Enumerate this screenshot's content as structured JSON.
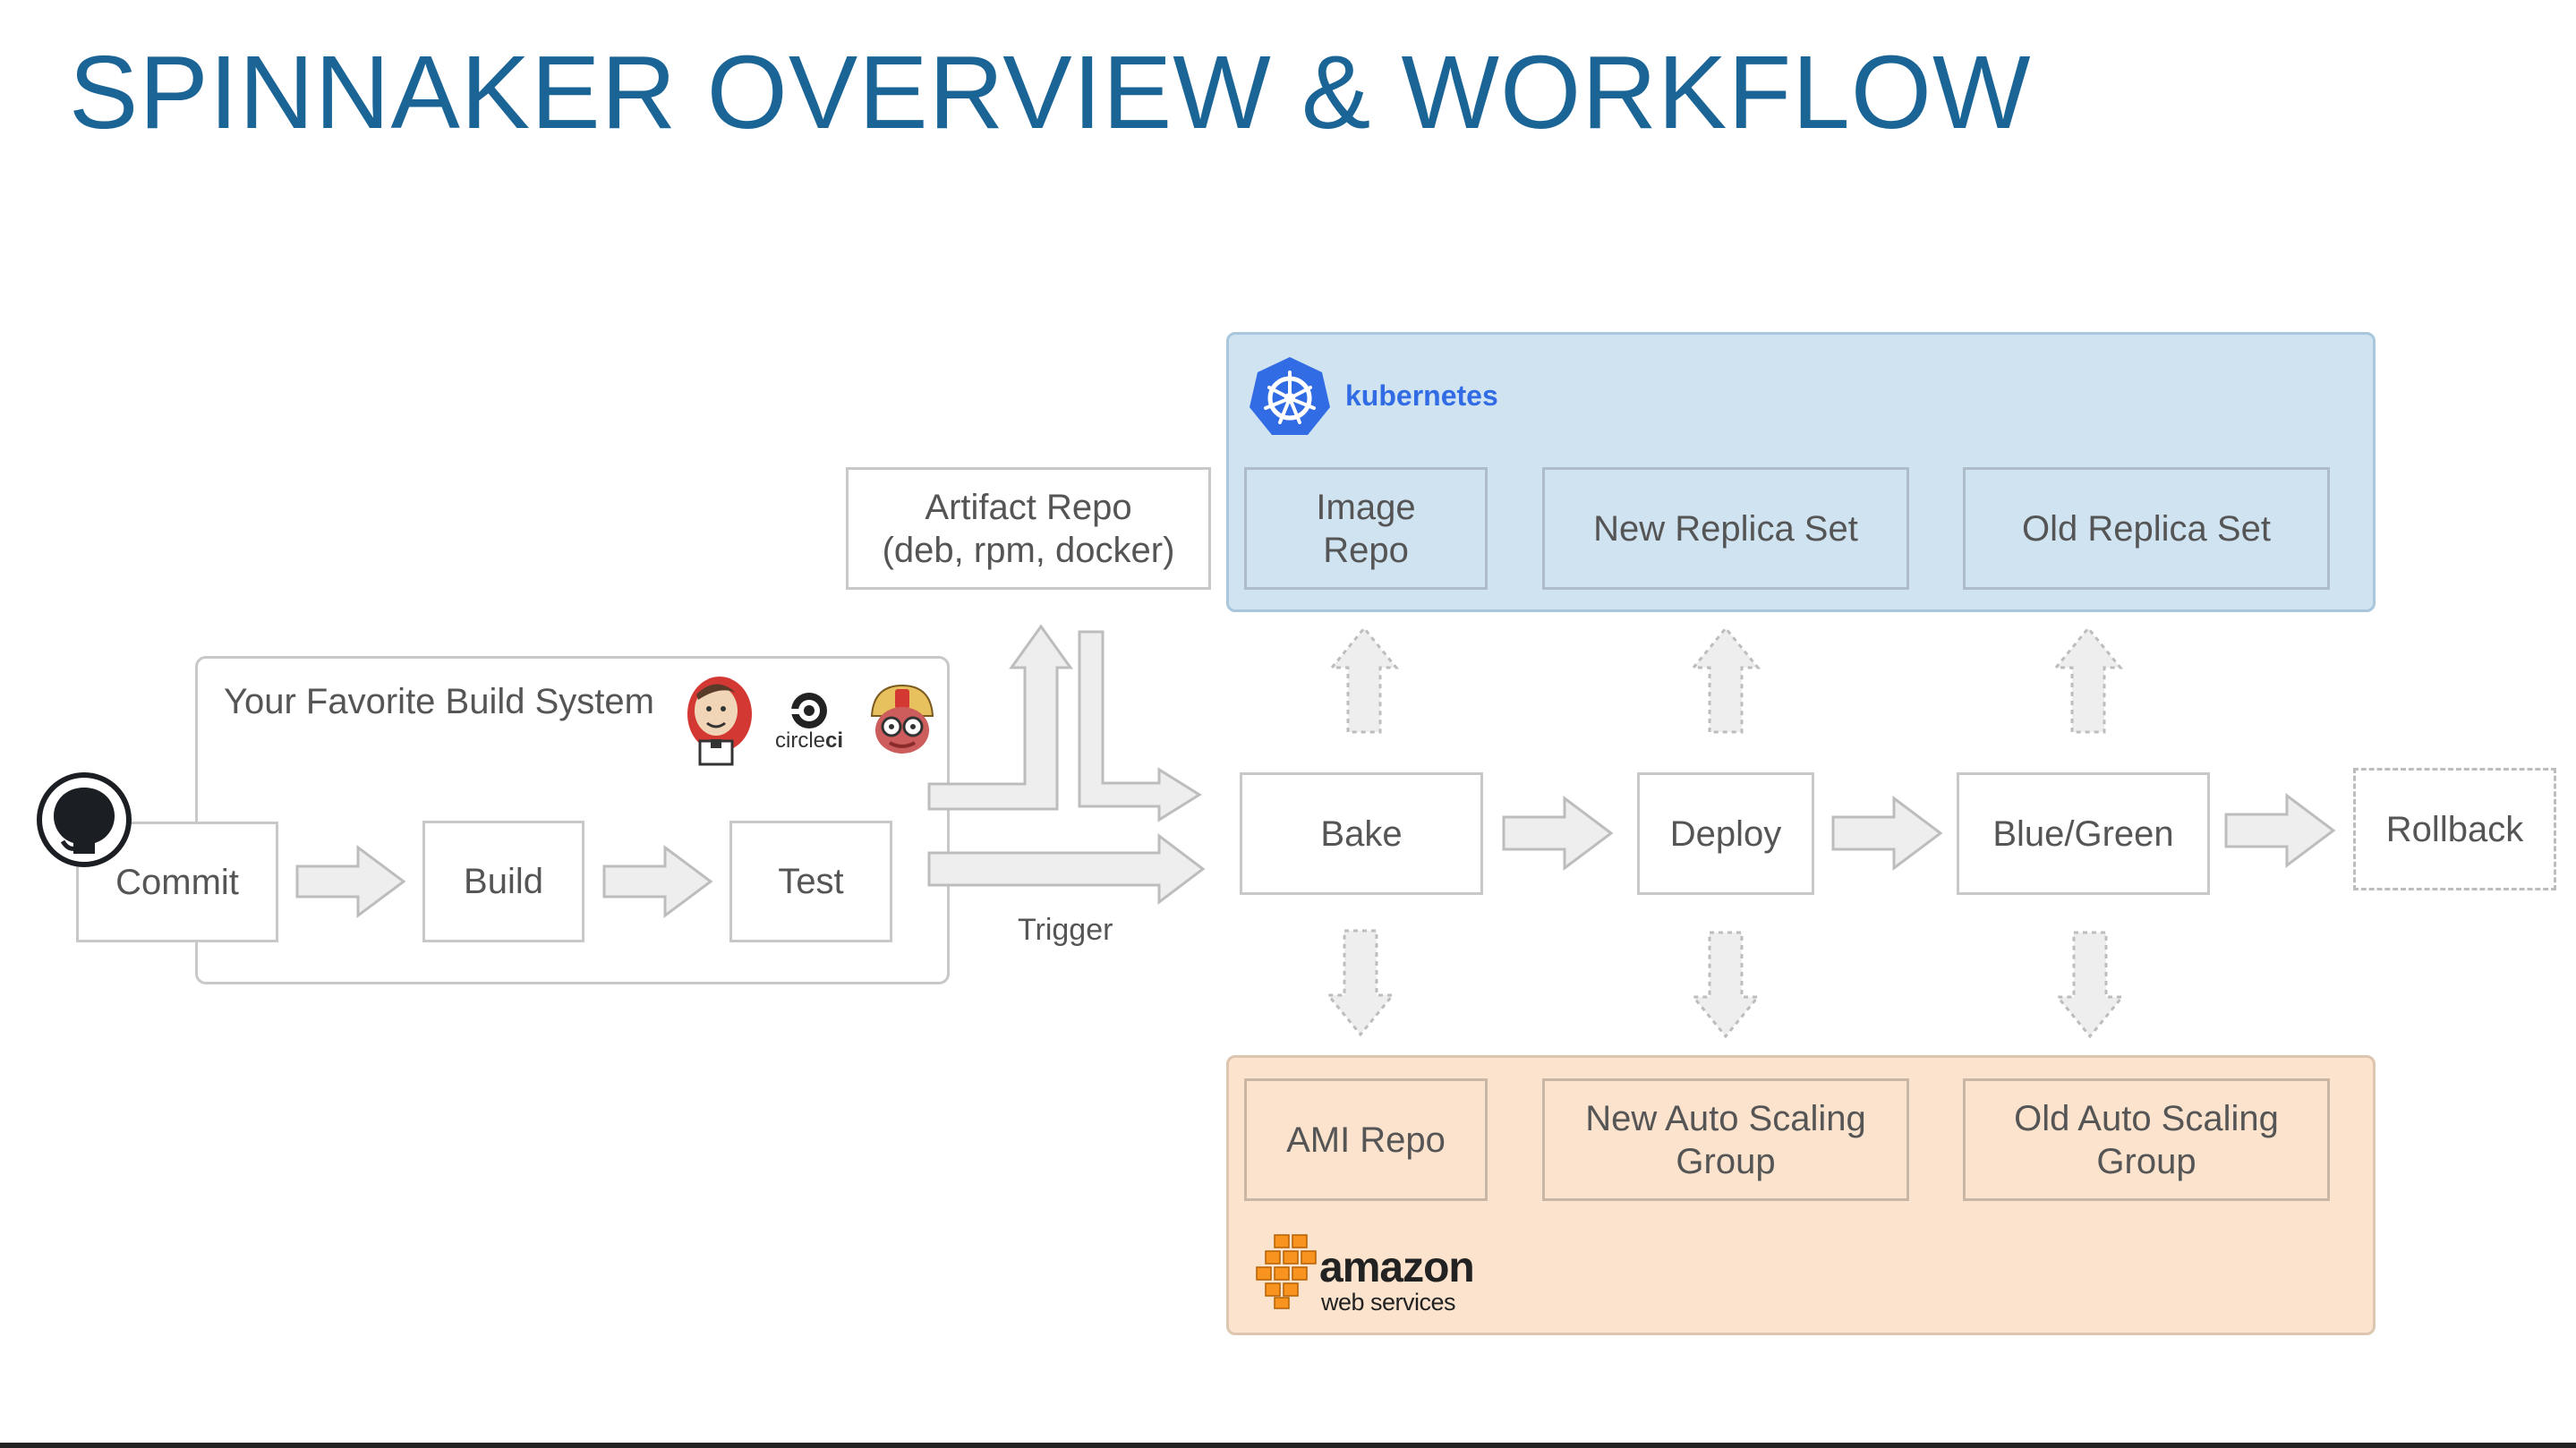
{
  "title": "SPINNAKER OVERVIEW & WORKFLOW",
  "build_system": {
    "label": "Your Favorite Build System",
    "steps": [
      "Commit",
      "Build",
      "Test"
    ],
    "tools": [
      "jenkins-icon",
      "circleci-logo",
      "travis-ci-icon"
    ],
    "circleci_text": {
      "light": "circle",
      "bold": "ci"
    }
  },
  "artifact_repo": {
    "line1": "Artifact Repo",
    "line2": "(deb, rpm, docker)"
  },
  "trigger_label": "Trigger",
  "kubernetes": {
    "brand": "kubernetes",
    "boxes": {
      "image_repo": {
        "line1": "Image",
        "line2": "Repo"
      },
      "new_replica_set": "New Replica Set",
      "old_replica_set": "Old Replica Set"
    }
  },
  "pipeline": {
    "bake": "Bake",
    "deploy": "Deploy",
    "blue_green": "Blue/Green",
    "rollback": "Rollback"
  },
  "aws": {
    "brand_line1": "amazon",
    "brand_line2": "web services",
    "boxes": {
      "ami_repo": "AMI Repo",
      "new_asg": {
        "line1": "New Auto Scaling",
        "line2": "Group"
      },
      "old_asg": {
        "line1": "Old Auto Scaling",
        "line2": "Group"
      }
    }
  },
  "colors": {
    "title": "#1a6496",
    "k8s_panel": "#d0e3f1",
    "aws_panel": "#fbe3cd",
    "k8s_blue": "#326ce5",
    "aws_orange": "#f7931e",
    "box_border": "#c8c8c8",
    "arrow_fill": "#eeeeee"
  }
}
